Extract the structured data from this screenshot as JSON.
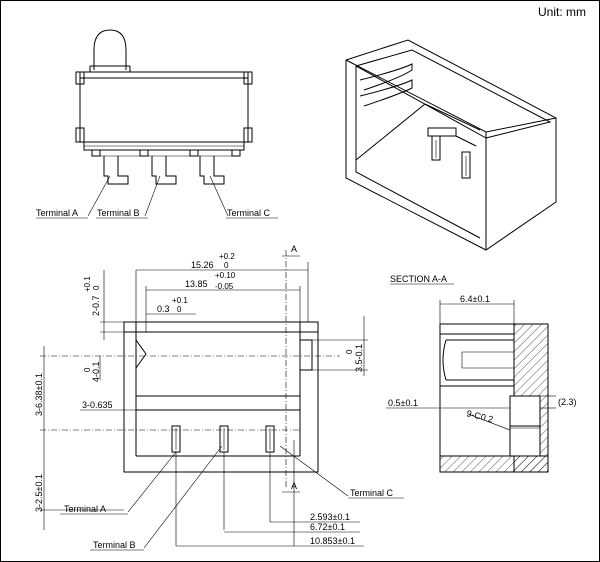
{
  "header": {
    "unit": "Unit: mm"
  },
  "terminals_top": {
    "a": "Terminal A",
    "b": "Terminal B",
    "c": "Terminal C"
  },
  "terminals_bottom": {
    "a": "Terminal A",
    "b": "Terminal B",
    "c": "Terminal C"
  },
  "section": {
    "title": "SECTION A-A",
    "marker": "A"
  },
  "dims": {
    "width_main": "15.26",
    "width_main_tol_up": "+0.2",
    "width_main_tol_dn": "0",
    "width_inner": "13.85",
    "width_inner_tol_up": "+0.10",
    "width_inner_tol_dn": "-0.05",
    "offset": "0.3",
    "offset_tol_up": "+0.1",
    "offset_tol_dn": "0",
    "left_v1_main": "2-0.7",
    "left_v1_tol_up": "+0.1",
    "left_v1_tol_dn": "0",
    "left_v2_main": "4-0.1",
    "left_v2_tol_dn": "0",
    "left_v3": "3-6.38±0.1",
    "left_v4": "3-2.5±0.1",
    "pin_pitch": "3-0.635",
    "right_v": "3.5-0.1",
    "right_v_tol": "0",
    "d1": "2.593±0.1",
    "d2": "6.72±0.1",
    "d3": "10.853±0.1",
    "sec_w": "6.4±0.1",
    "sec_h": "0.5±0.1",
    "sec_ref": "(2.3)",
    "sec_chamfer": "9-C0.2"
  }
}
